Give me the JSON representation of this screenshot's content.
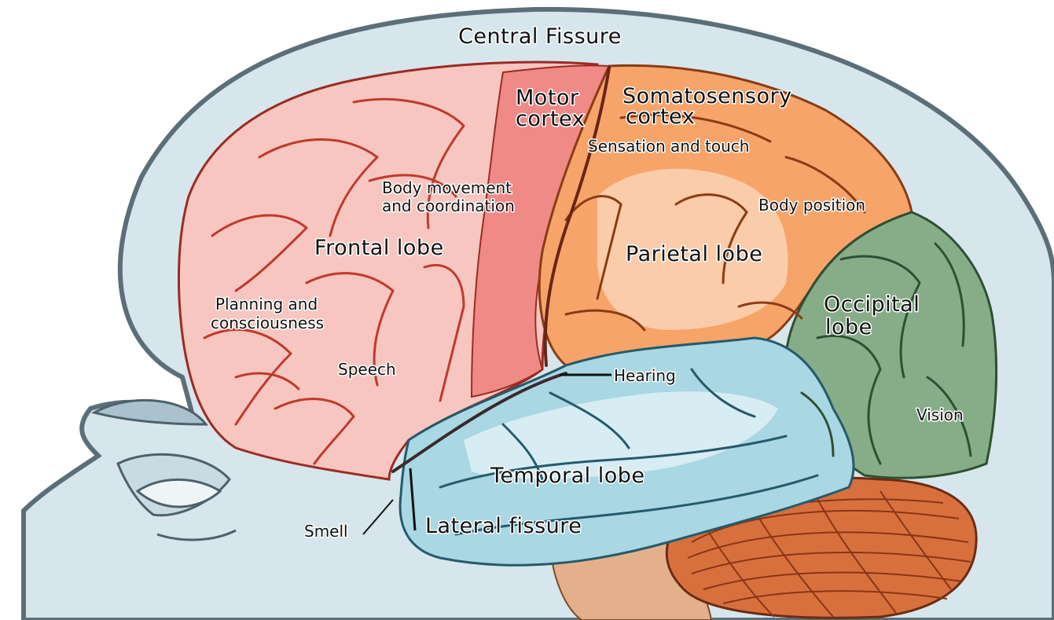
{
  "diagram": {
    "labels": {
      "central_fissure": "Central Fissure",
      "motor_cortex_line1": "Motor",
      "motor_cortex_line2": "cortex",
      "somatosensory_line1": "Somatosensory",
      "somatosensory_line2": "cortex",
      "sensation_touch": "Sensation and touch",
      "body_movement_line1": "Body movement",
      "body_movement_line2": "and coordination",
      "body_position": "Body position",
      "frontal_lobe": "Frontal lobe",
      "parietal_lobe": "Parietal lobe",
      "occipital_lobe_line1": "Occipital",
      "occipital_lobe_line2": "lobe",
      "planning_line1": "Planning and",
      "planning_line2": "consciousness",
      "speech": "Speech",
      "hearing": "Hearing",
      "vision": "Vision",
      "temporal_lobe": "Temporal lobe",
      "smell": "Smell",
      "lateral_fissure": "Lateral fissure"
    },
    "colors": {
      "head": "#d6e6ec",
      "head_outline": "#5c6f78",
      "frontal": "#f7c6c0",
      "frontal_folds": "#c0392b",
      "motor": "#ef8a86",
      "parietal": "#f6a46a",
      "parietal_light": "#fbd3b4",
      "occipital": "#86ad88",
      "temporal": "#a9d7e3",
      "temporal_light": "#e2f2f6",
      "cerebellum": "#d8703e",
      "brainstem": "#e4b08c"
    }
  }
}
